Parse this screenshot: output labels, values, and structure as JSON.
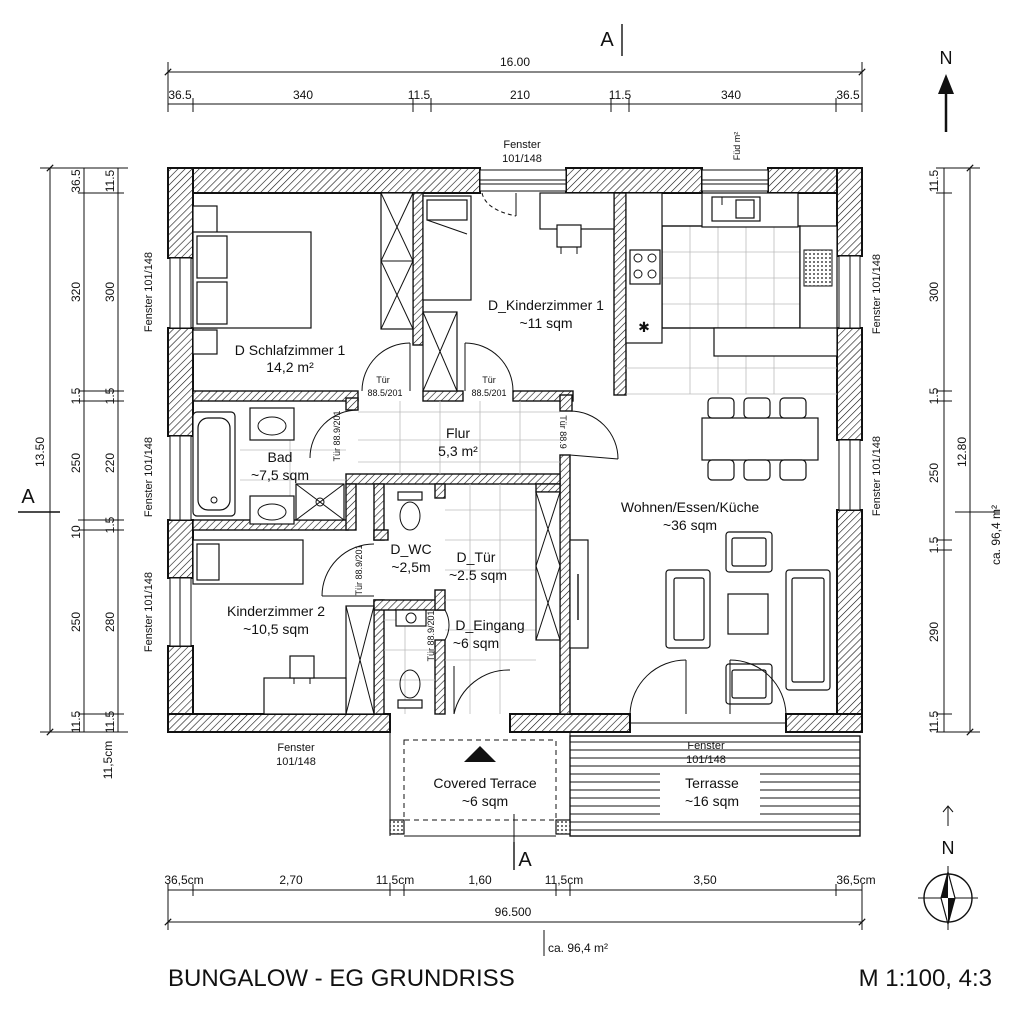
{
  "title": "BUNGALOW - EG GRUNDRISS",
  "scale": "M 1:100, 4:3",
  "north_label": "N",
  "section_label": "A",
  "area_note": "ca. 96,4 m²",
  "area_side": "ca. 96,4 m²",
  "top_dims": {
    "overall": "16.00",
    "parts": [
      "36.5",
      "340",
      "11.5",
      "210",
      "11.5",
      "340",
      "36.5"
    ]
  },
  "bottom_dims": {
    "overall": "96.500",
    "parts": [
      "36,5cm",
      "2,70",
      "11,5cm",
      "1,60",
      "11,5cm",
      "3,50",
      "36,5cm"
    ]
  },
  "left_dims": {
    "overall": "13.50",
    "outer": [
      "36.5",
      "320",
      "1.5",
      "250",
      "10",
      "250",
      "11.5"
    ],
    "inner": [
      "11.5",
      "300",
      "1.5",
      "220",
      "1.5",
      "280",
      "11.5"
    ],
    "bottom_note": "11,5cm"
  },
  "right_dims": {
    "overall": "12.80",
    "parts": [
      "11.5",
      "300",
      "1.5",
      "250",
      "1.5",
      "290",
      "11.5"
    ]
  },
  "rooms": {
    "schlafzimmer": {
      "name": "D Schlafzimmer 1",
      "area": "14,2 m²"
    },
    "kinder1": {
      "name": "D_Kinderzimmer 1",
      "area": "~11 sqm"
    },
    "wohnen": {
      "name": "Wohnen/Essen/Küche",
      "area": "~36 sqm"
    },
    "flur": {
      "name": "Flur",
      "area": "5,3 m²"
    },
    "bad": {
      "name": "Bad",
      "area": "~7,5 sqm"
    },
    "wc": {
      "name": "D_WC",
      "area": "~2,5m"
    },
    "tuer": {
      "name": "D_Tür",
      "area": "~2.5 sqm"
    },
    "eingang": {
      "name": "D_Eingang",
      "area": "~6 sqm"
    },
    "kinder2": {
      "name": "Kinderzimmer 2",
      "area": "~10,5 sqm"
    },
    "covered": {
      "name": "Covered Terrace",
      "area": "~6 sqm"
    },
    "terrasse": {
      "name": "Terrasse",
      "area": "~16 sqm"
    }
  },
  "labels": {
    "fenster": "Fenster",
    "fenster_size": "101/148",
    "fenster_vertical": "Fenster 101/148",
    "tuer": "Tür",
    "tuer_size": "88.5/201",
    "tuer_flur": "Tür 88.9/201",
    "tuer_wc": "Tür 88.9/201",
    "tuer_eingang": "Tür 88.9/201",
    "tuer_flur_right": "Tür 88.9",
    "fbd": "Füd m²"
  }
}
